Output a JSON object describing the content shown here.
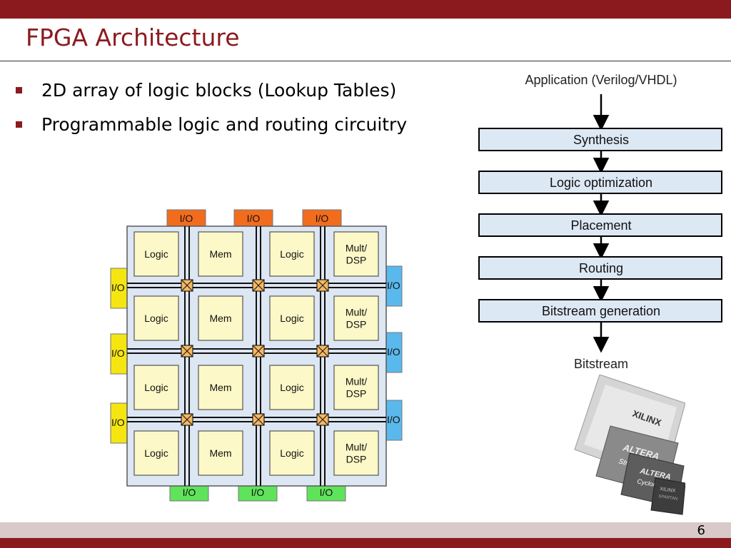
{
  "slide": {
    "title": "FPGA Architecture",
    "page_number": "6",
    "accent_color": "#8b1a1f"
  },
  "bullets": [
    "2D array of logic blocks (Lookup Tables)",
    "Programmable logic and routing circuitry"
  ],
  "fpga_diagram": {
    "rows": [
      [
        "Logic",
        "Mem",
        "Logic",
        "Mult/\nDSP"
      ],
      [
        "Logic",
        "Mem",
        "Logic",
        "Mult/\nDSP"
      ],
      [
        "Logic",
        "Mem",
        "Logic",
        "Mult/\nDSP"
      ],
      [
        "Logic",
        "Mem",
        "Logic",
        "Mult/\nDSP"
      ]
    ],
    "io_label": "I/O",
    "io_colors": {
      "top": "#f26c1e",
      "left": "#f5e611",
      "right": "#5ab9ec",
      "bottom": "#5fe35b"
    }
  },
  "flow": {
    "input": "Application (Verilog/VHDL)",
    "steps": [
      "Synthesis",
      "Logic optimization",
      "Placement",
      "Routing",
      "Bitstream generation"
    ],
    "output": "Bitstream"
  },
  "chips": {
    "brands": [
      "XILINX",
      "ALTERA",
      "ALTERA",
      "XILINX"
    ],
    "labels": [
      "Stratix",
      "Cyclone",
      "SPARTAN"
    ]
  }
}
